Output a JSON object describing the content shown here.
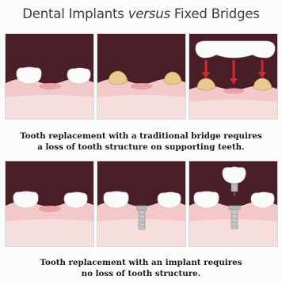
{
  "title": {
    "part1": "Dental Implants ",
    "part2": "versus",
    "part3": " Fixed Bridges"
  },
  "captions": {
    "bridge_line1": "Tooth replacement with a traditional bridge requires",
    "bridge_line2": "a loss of tooth structure on supporting teeth.",
    "implant_line1": "Tooth replacement with an implant requires",
    "implant_line2": "no loss of tooth structure."
  },
  "colors": {
    "background_dark": "#4a1e26",
    "gum": "#f2c8c8",
    "gum_light": "#f7dede",
    "tooth": "#fafafa",
    "prepared_tooth": "#e8c98e",
    "arrow": "#d8262c",
    "implant": "#b8b8b8"
  }
}
